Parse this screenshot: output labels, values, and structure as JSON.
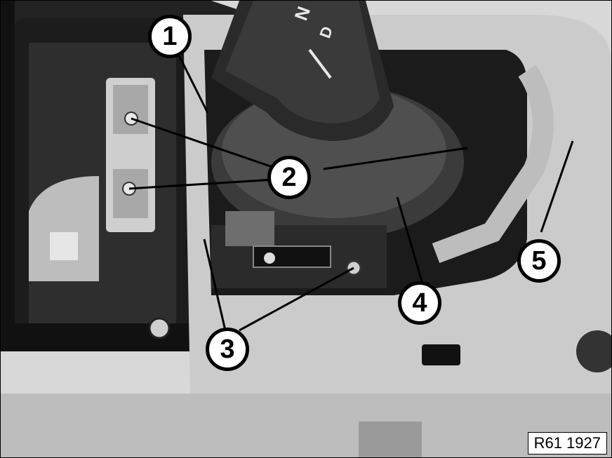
{
  "callouts": [
    {
      "label": "1"
    },
    {
      "label": "2"
    },
    {
      "label": "3"
    },
    {
      "label": "4"
    },
    {
      "label": "5"
    }
  ],
  "reference_code": "R61 1927",
  "knob_markings": [
    "N",
    "D"
  ],
  "colors": {
    "background_trim": "#d9d9d9",
    "dark_recess": "#1a1a1a",
    "console_plate": "#cfcfcf",
    "knob": "#4a4a4a"
  }
}
